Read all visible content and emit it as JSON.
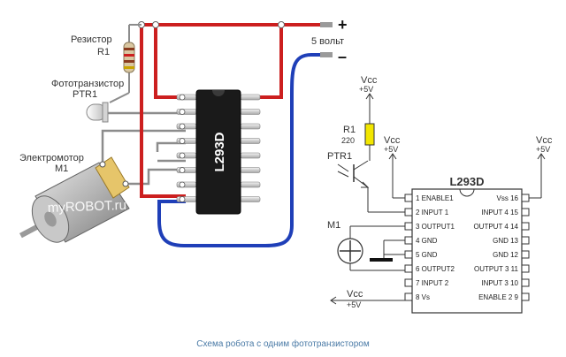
{
  "physical": {
    "resistor_label": "Резистор",
    "resistor_ref": "R1",
    "phototransistor_label": "Фототранзистор",
    "phototransistor_ref": "PTR1",
    "motor_label": "Электромотор",
    "motor_ref": "M1",
    "chip_label": "L293D",
    "voltage_label": "5 вольт",
    "plus_sign": "+",
    "minus_sign": "–",
    "watermark": "myROBOT.ru"
  },
  "schematic": {
    "vcc_label": "Vcc",
    "v5_label": "+5V",
    "r1_ref": "R1",
    "r1_value": "220",
    "ptr_ref": "PTR1",
    "motor_ref": "M1",
    "chip_title": "L293D",
    "left_pins": [
      {
        "num": "1",
        "name": "ENABLE1"
      },
      {
        "num": "2",
        "name": "INPUT 1"
      },
      {
        "num": "3",
        "name": "OUTPUT1"
      },
      {
        "num": "4",
        "name": "GND"
      },
      {
        "num": "5",
        "name": "GND"
      },
      {
        "num": "6",
        "name": "OUTPUT2"
      },
      {
        "num": "7",
        "name": "INPUT 2"
      },
      {
        "num": "8",
        "name": "Vs"
      }
    ],
    "right_pins": [
      {
        "num": "16",
        "name": "Vss"
      },
      {
        "num": "15",
        "name": "INPUT 4"
      },
      {
        "num": "14",
        "name": "OUTPUT 4"
      },
      {
        "num": "13",
        "name": "GND"
      },
      {
        "num": "12",
        "name": "GND"
      },
      {
        "num": "11",
        "name": "OUTPUT 3"
      },
      {
        "num": "10",
        "name": "INPUT 3"
      },
      {
        "num": "9",
        "name": "ENABLE 2"
      }
    ]
  },
  "caption": "Схема робота с одним фототранзистором",
  "colors": {
    "wire_red": "#cc1f1f",
    "wire_blue": "#1f3fb8",
    "wire_gray": "#8c8c8c",
    "chip_body": "#1a1a1a",
    "caption_color": "#4a7aa6"
  }
}
